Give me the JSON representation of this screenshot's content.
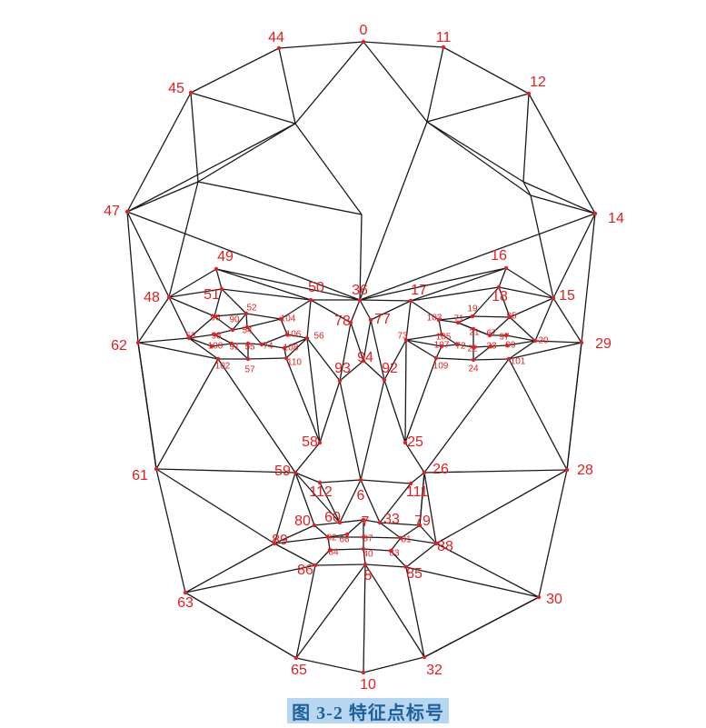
{
  "caption": "图 3-2 特征点标号",
  "colors": {
    "line": "#1a1a1a",
    "marker": "#e02020",
    "caption_bg": "#b7d7f0",
    "caption_text": "#1e5f9c"
  },
  "landmarks": [
    "0",
    "11",
    "12",
    "14",
    "15",
    "16",
    "17",
    "18",
    "19",
    "20",
    "21",
    "22",
    "24",
    "25",
    "26",
    "28",
    "29",
    "30",
    "32",
    "33",
    "36",
    "40",
    "44",
    "45",
    "47",
    "48",
    "49",
    "50",
    "51",
    "52",
    "54",
    "55",
    "56",
    "57",
    "58",
    "59",
    "60",
    "61",
    "62",
    "63",
    "65",
    "66",
    "67",
    "71",
    "72",
    "73",
    "74",
    "77",
    "78",
    "79",
    "80",
    "81",
    "82",
    "83",
    "84",
    "85",
    "86",
    "87",
    "88",
    "89",
    "92",
    "93",
    "94",
    "95",
    "96",
    "97",
    "98",
    "99",
    "100",
    "101",
    "102",
    "103",
    "104",
    "105",
    "106",
    "107",
    "108",
    "109",
    "110",
    "111",
    "112",
    "6",
    "7",
    "8",
    "10",
    "53",
    "23",
    "90",
    "91"
  ]
}
